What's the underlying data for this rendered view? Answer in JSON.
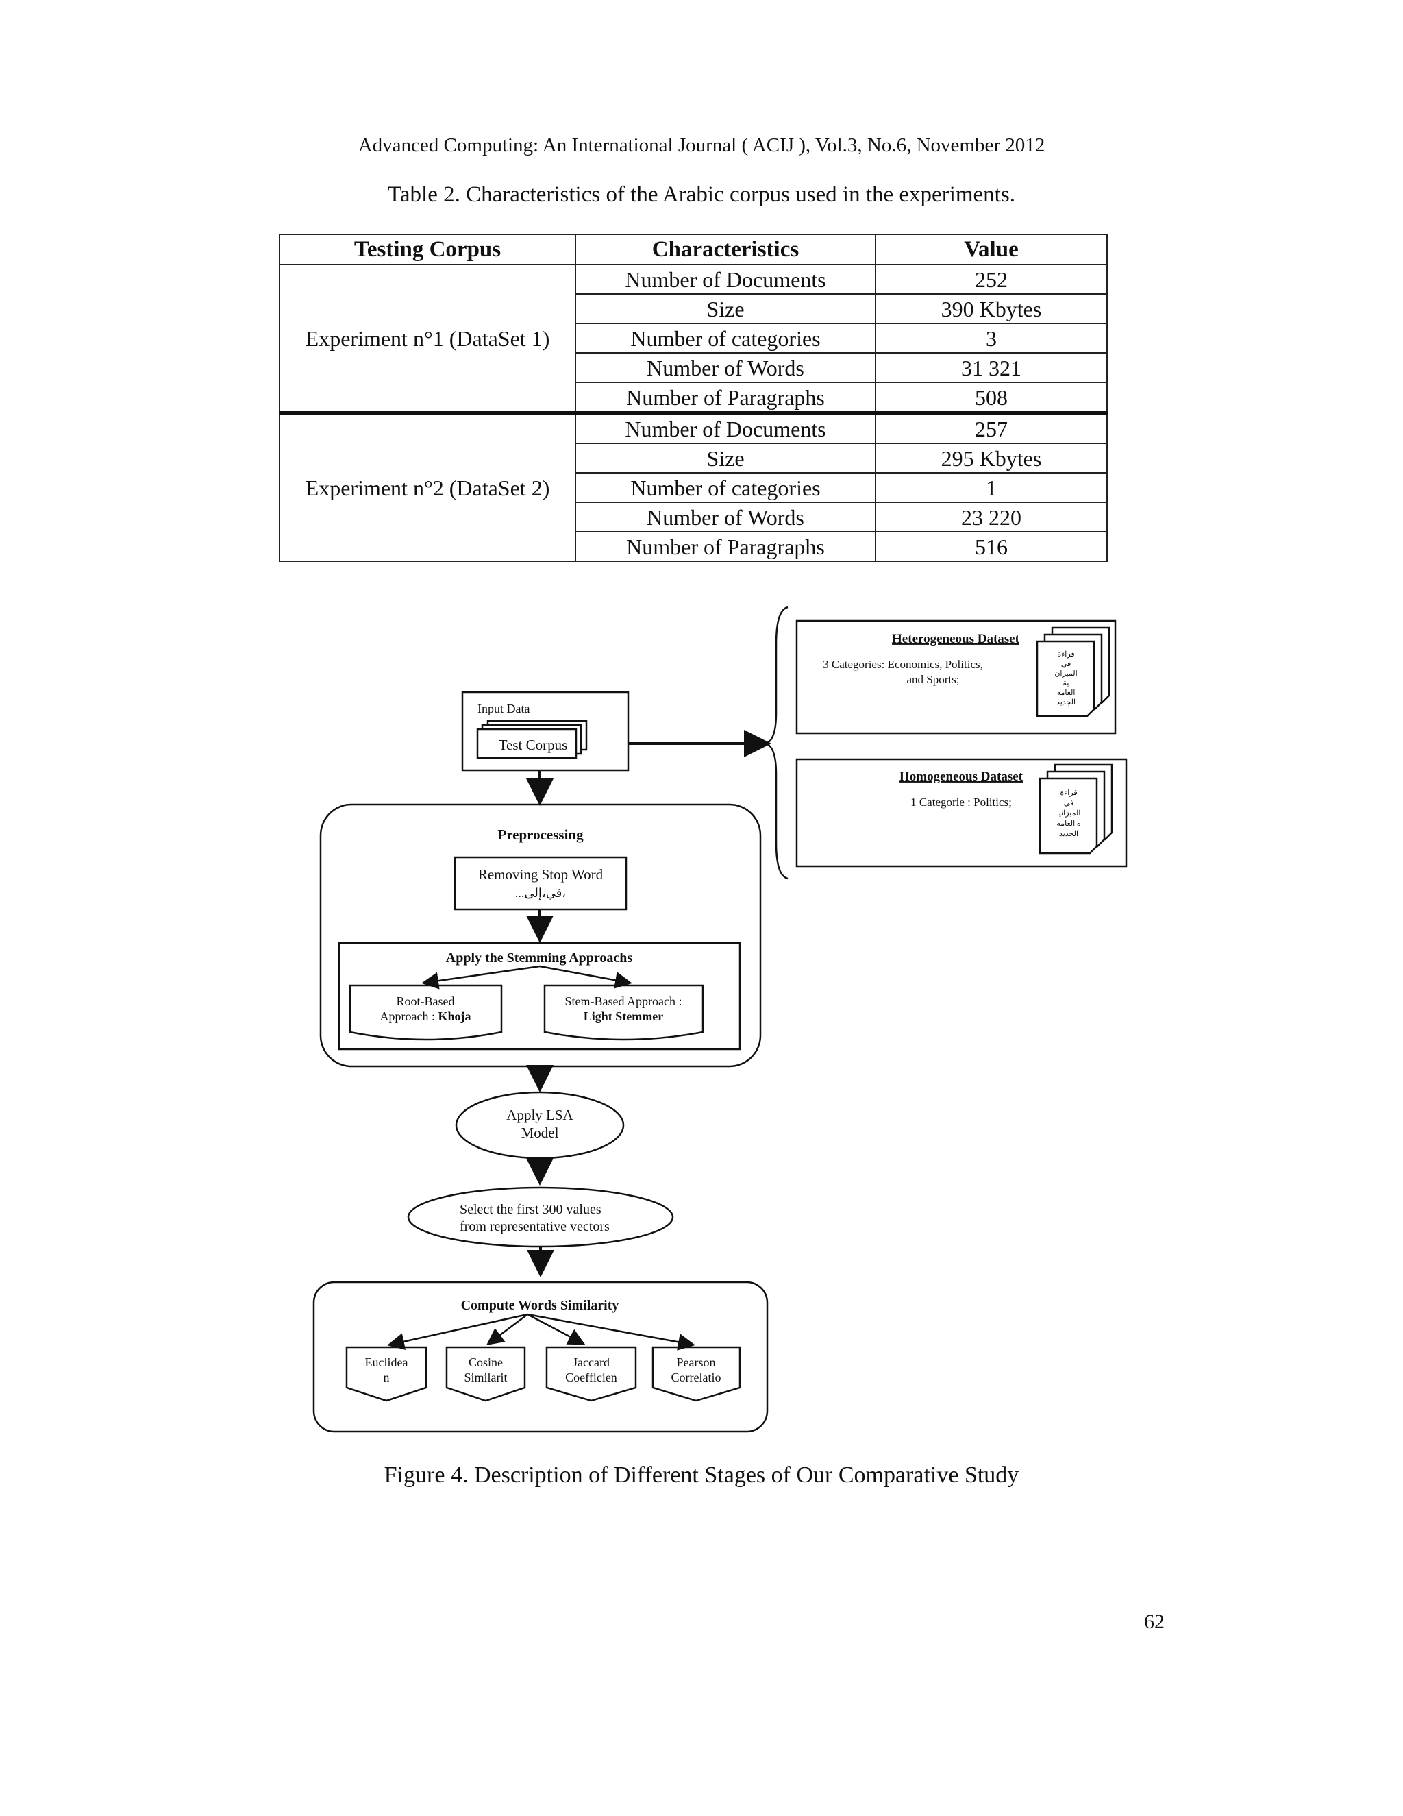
{
  "header": {
    "running_title": "Advanced Computing: An International Journal ( ACIJ ), Vol.3, No.6, November 2012"
  },
  "table": {
    "caption": "Table 2. Characteristics of the Arabic corpus used in the experiments.",
    "columns": [
      "Testing Corpus",
      "Characteristics",
      "Value"
    ],
    "groups": [
      {
        "label": "Experiment n°1 (DataSet 1)",
        "rows": [
          [
            "Number of  Documents",
            "252"
          ],
          [
            "Size",
            "390 Kbytes"
          ],
          [
            "Number of categories",
            "3"
          ],
          [
            "Number of  Words",
            "31 321"
          ],
          [
            "Number of  Paragraphs",
            "508"
          ]
        ]
      },
      {
        "label": "Experiment n°2 (DataSet 2)",
        "rows": [
          [
            "Number of  Documents",
            "257"
          ],
          [
            "Size",
            "295 Kbytes"
          ],
          [
            "Number of categories",
            "1"
          ],
          [
            "Number of  Words",
            "23 220"
          ],
          [
            "Number of  Paragraphs",
            "516"
          ]
        ]
      }
    ]
  },
  "figure": {
    "input": {
      "title": "Input Data",
      "doc": "Test Corpus"
    },
    "preprocessing": {
      "title": "Preprocessing",
      "stopword": "Removing Stop Word",
      "stopword_examples": "...في،إلى،",
      "stemming_title": "Apply the Stemming Approachs",
      "root_line1": "Root-Based",
      "root_line2_prefix": "Approach : ",
      "root_line2_bold": "Khoja",
      "stem_line1": "Stem-Based Approach :",
      "stem_line2": "Light Stemmer"
    },
    "lsa": {
      "line1": "Apply LSA",
      "line2": "Model"
    },
    "select": {
      "line1": "Select the first 300 values",
      "line2": "from representative vectors"
    },
    "similarity": {
      "title": "Compute Words Similarity",
      "measures": [
        {
          "line1": "Euclidea",
          "line2": "n"
        },
        {
          "line1": "Cosine",
          "line2": "Similarit"
        },
        {
          "line1": "Jaccard",
          "line2": "Coefficien"
        },
        {
          "line1": "Pearson",
          "line2": "Correlatio"
        }
      ]
    },
    "heterogeneous": {
      "title": "Heterogeneous Dataset",
      "line1": "3 Categories: Economics, Politics,",
      "line2": "and Sports;",
      "doc_lines": [
        "قراءة",
        "في",
        "الميزان",
        "ية",
        "العامة",
        "الجديد"
      ]
    },
    "homogeneous": {
      "title": "Homogeneous Dataset",
      "line1": "1 Categorie :  Politics;",
      "doc_lines": [
        "قراءة",
        "في",
        "الميزانيـ",
        "ة العامة",
        "الجديد"
      ]
    },
    "caption": "Figure 4. Description of Different Stages of Our Comparative Study"
  },
  "page_number": "62"
}
